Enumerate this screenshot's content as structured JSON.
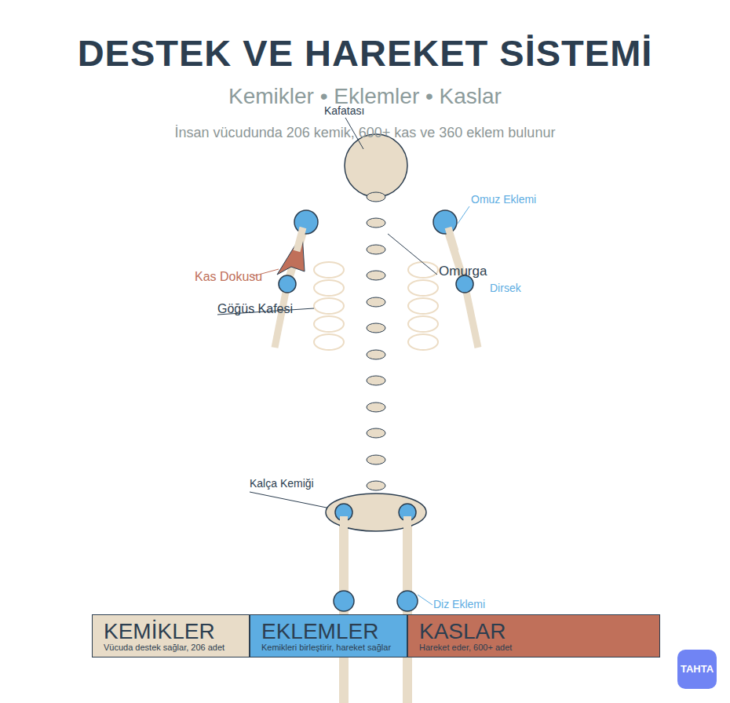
{
  "diagram": {
    "title": "DESTEK VE HAREKET SİSTEMİ",
    "nodes": [
      {
        "text": [
          "KEMİKLER",
          "Vücuda destek sağlar, 206 adet"
        ]
      },
      {
        "text": [
          "EKLEMLER",
          "Kemikleri birleştirir, hareket sağlar"
        ]
      },
      {
        "text": [
          "KASLAR",
          "Hareket eder, 600+ adet"
        ]
      }
    ],
    "labels": [
      "Kemikler • Eklemler • Kaslar",
      "İnsan vücudunda 206 kemik, 600+ kas ve 360 eklem bulunur",
      "Kafatası",
      "Omuz Eklemi",
      "Kas Dokusu",
      "Omurga",
      "Dirsek",
      "Göğüs Kafesi",
      "Kalça Kemiği",
      "Diz Eklemi",
      "TAHTA"
    ]
  }
}
